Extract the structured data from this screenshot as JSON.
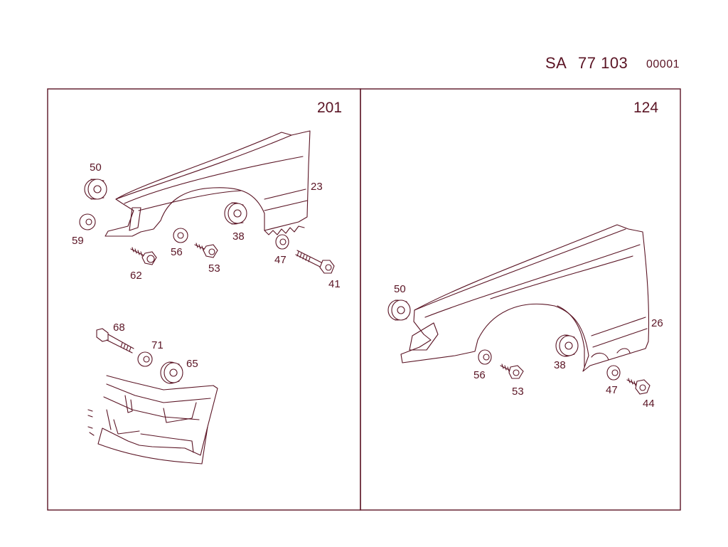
{
  "header": {
    "prefix": "SA",
    "number": "77 103",
    "code": "00001"
  },
  "panels": [
    {
      "model": "201",
      "parts": {
        "p50": "50",
        "p59": "59",
        "p62": "62",
        "p56": "56",
        "p53": "53",
        "p38": "38",
        "p23": "23",
        "p47": "47",
        "p41": "41",
        "p68": "68",
        "p71": "71",
        "p65": "65"
      }
    },
    {
      "model": "124",
      "parts": {
        "p50": "50",
        "p56": "56",
        "p53": "53",
        "p38": "38",
        "p26": "26",
        "p47": "47",
        "p44": "44"
      }
    }
  ],
  "colors": {
    "ink": "#5a1424",
    "paper": "#ffffff"
  }
}
